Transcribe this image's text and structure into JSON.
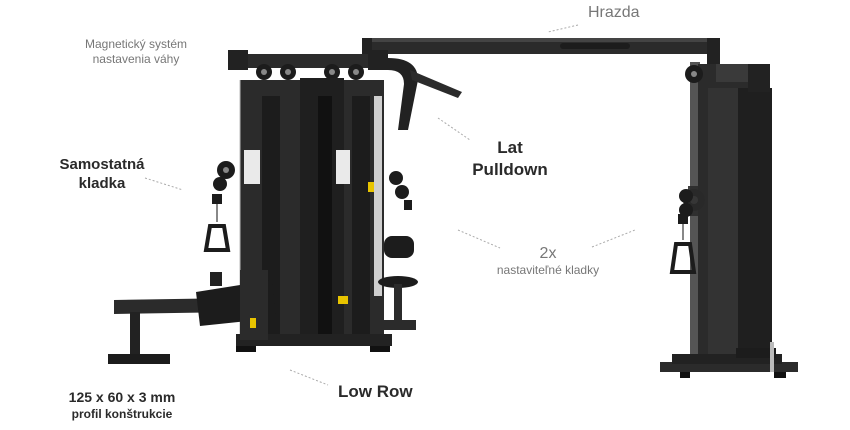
{
  "labels": {
    "hrazda": "Hrazda",
    "magnetic_line1": "Magnetický systém",
    "magnetic_line2": "nastavenia váhy",
    "pulley_line1": "Samostatná",
    "pulley_line2": "kladka",
    "lat_line1": "Lat",
    "lat_line2": "Pulldown",
    "adj_line1": "2x",
    "adj_line2": "nastaviteľné kladky",
    "profile_line1": "125 x 60 x 3 mm",
    "profile_line2": "profil konštrukcie",
    "low_row": "Low Row"
  },
  "colors": {
    "frame": "#2b2b2b",
    "frame_dark": "#1c1c1c",
    "frame_mid": "#3a3a3a",
    "accent": "#e8c400",
    "label_dark": "#2a2a2a",
    "label_light": "#777777"
  },
  "icons": {
    "machine": "multi-station-gym-machine-illustration"
  }
}
